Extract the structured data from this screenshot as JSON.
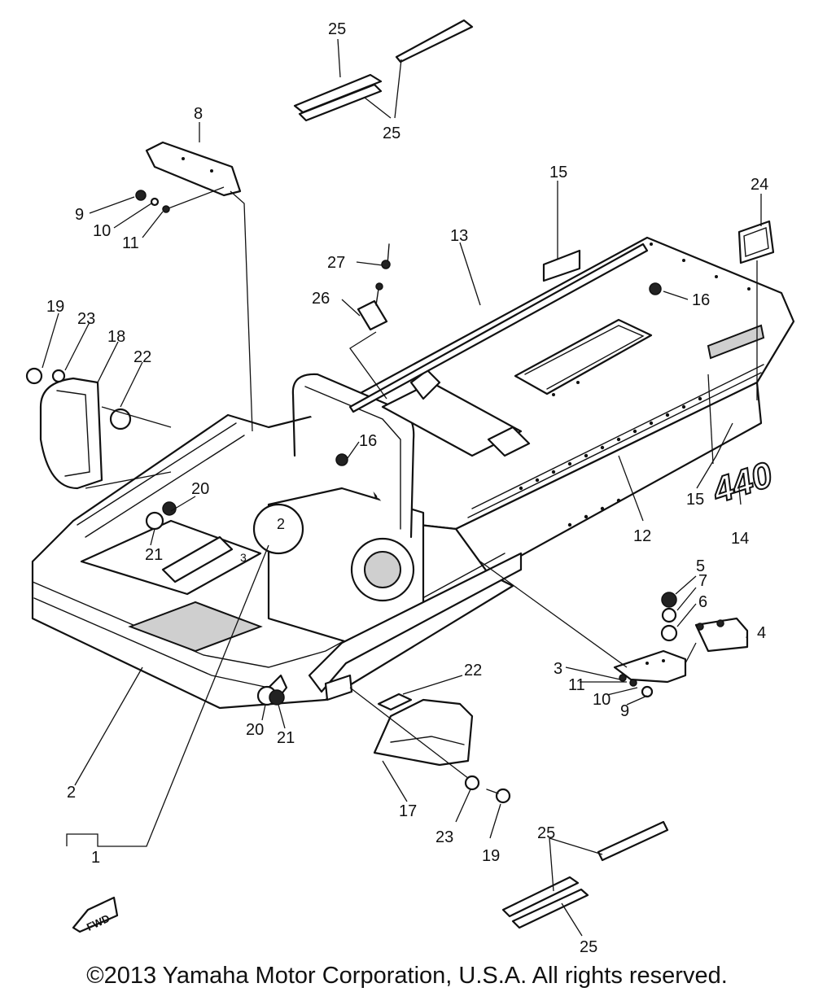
{
  "callouts": {
    "c1": "1",
    "c2": "2",
    "c3": "3",
    "c4": "4",
    "c5": "5",
    "c6": "6",
    "c7": "7",
    "c8": "8",
    "c9a": "9",
    "c9b": "9",
    "c10a": "10",
    "c10b": "10",
    "c11a": "11",
    "c11b": "11",
    "c12": "12",
    "c13": "13",
    "c14": "14",
    "c15a": "15",
    "c15b": "15",
    "c16a": "16",
    "c16b": "16",
    "c17": "17",
    "c18": "18",
    "c19a": "19",
    "c19b": "19",
    "c20a": "20",
    "c20b": "20",
    "c21a": "21",
    "c21b": "21",
    "c22a": "22",
    "c22b": "22",
    "c23a": "23",
    "c23b": "23",
    "c24": "24",
    "c25a": "25",
    "c25b": "25",
    "c25c": "25",
    "c25d": "25",
    "c26": "26",
    "c27": "27"
  },
  "decal_440": "440",
  "fwd_label": "FWD",
  "copyright": "©2013 Yamaha Motor Corporation, U.S.A. All rights reserved."
}
